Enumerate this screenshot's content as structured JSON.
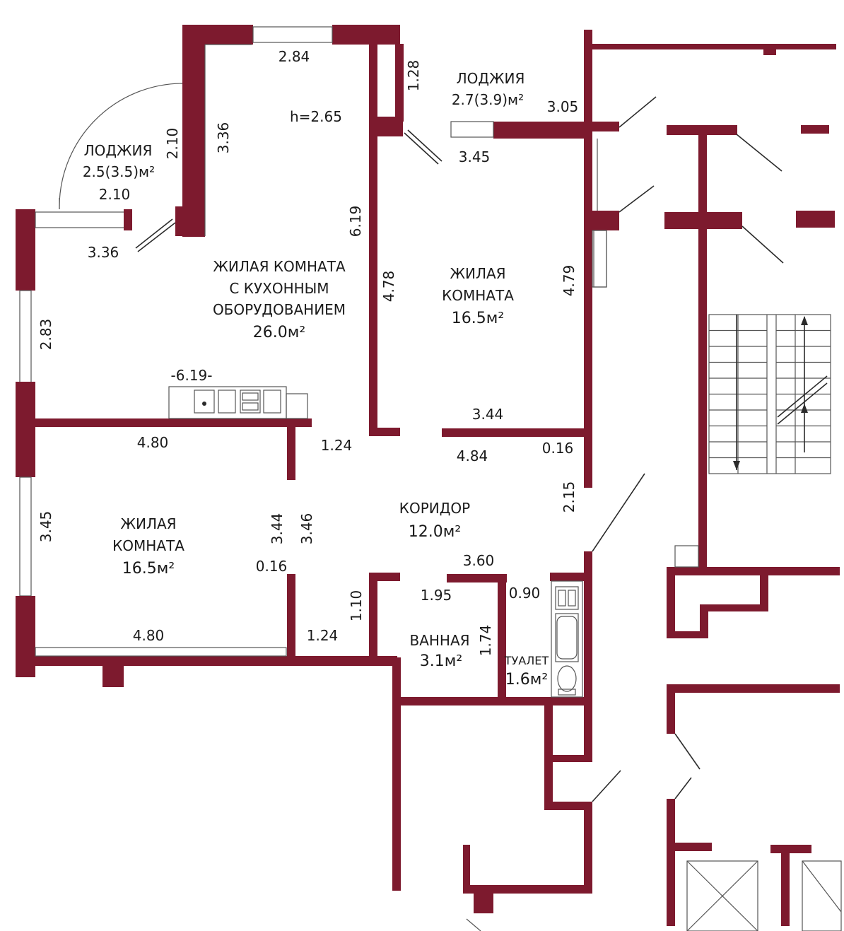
{
  "ceiling": "h=2.65",
  "rooms": {
    "loggia_left": {
      "name": "ЛОДЖИЯ",
      "area": "2.5(3.5)м²"
    },
    "loggia_top": {
      "name": "ЛОДЖИЯ",
      "area": "2.7(3.9)м²"
    },
    "living_kitchen": {
      "line1": "ЖИЛАЯ КОМНАТА",
      "line2": "С КУХОННЫМ",
      "line3": "ОБОРУДОВАНИЕМ",
      "area": "26.0м²"
    },
    "living_right": {
      "line1": "ЖИЛАЯ",
      "line2": "КОМНАТА",
      "area": "16.5м²"
    },
    "living_bottom": {
      "line1": "ЖИЛАЯ",
      "line2": "КОМНАТА",
      "area": "16.5м²"
    },
    "corridor": {
      "name": "КОРИДОР",
      "area": "12.0м²"
    },
    "bath": {
      "name": "ВАННАЯ",
      "area": "3.1м²"
    },
    "toilet": {
      "name": "ТУАЛЕТ",
      "area": "1.6м²"
    }
  },
  "dims": {
    "d284": "2.84",
    "d128": "1.28",
    "d305": "3.05",
    "d345top": "3.45",
    "d336v": "3.36",
    "d210v": "2.10",
    "d210h": "2.10",
    "d336h": "3.36",
    "d619v": "6.19",
    "d478": "4.78",
    "d479": "4.79",
    "d283": "2.83",
    "d619h": "-6.19-",
    "d344h": "3.44",
    "d480top": "4.80",
    "d124top": "1.24",
    "d484": "4.84",
    "d016a": "0.16",
    "d215": "2.15",
    "d345left": "3.45",
    "d344v": "3.44",
    "d346v": "3.46",
    "d016b": "0.16",
    "d360": "3.60",
    "d110": "1.10",
    "d195": "1.95",
    "d090": "0.90",
    "d174": "1.74",
    "d480bot": "4.80",
    "d124bot": "1.24"
  }
}
